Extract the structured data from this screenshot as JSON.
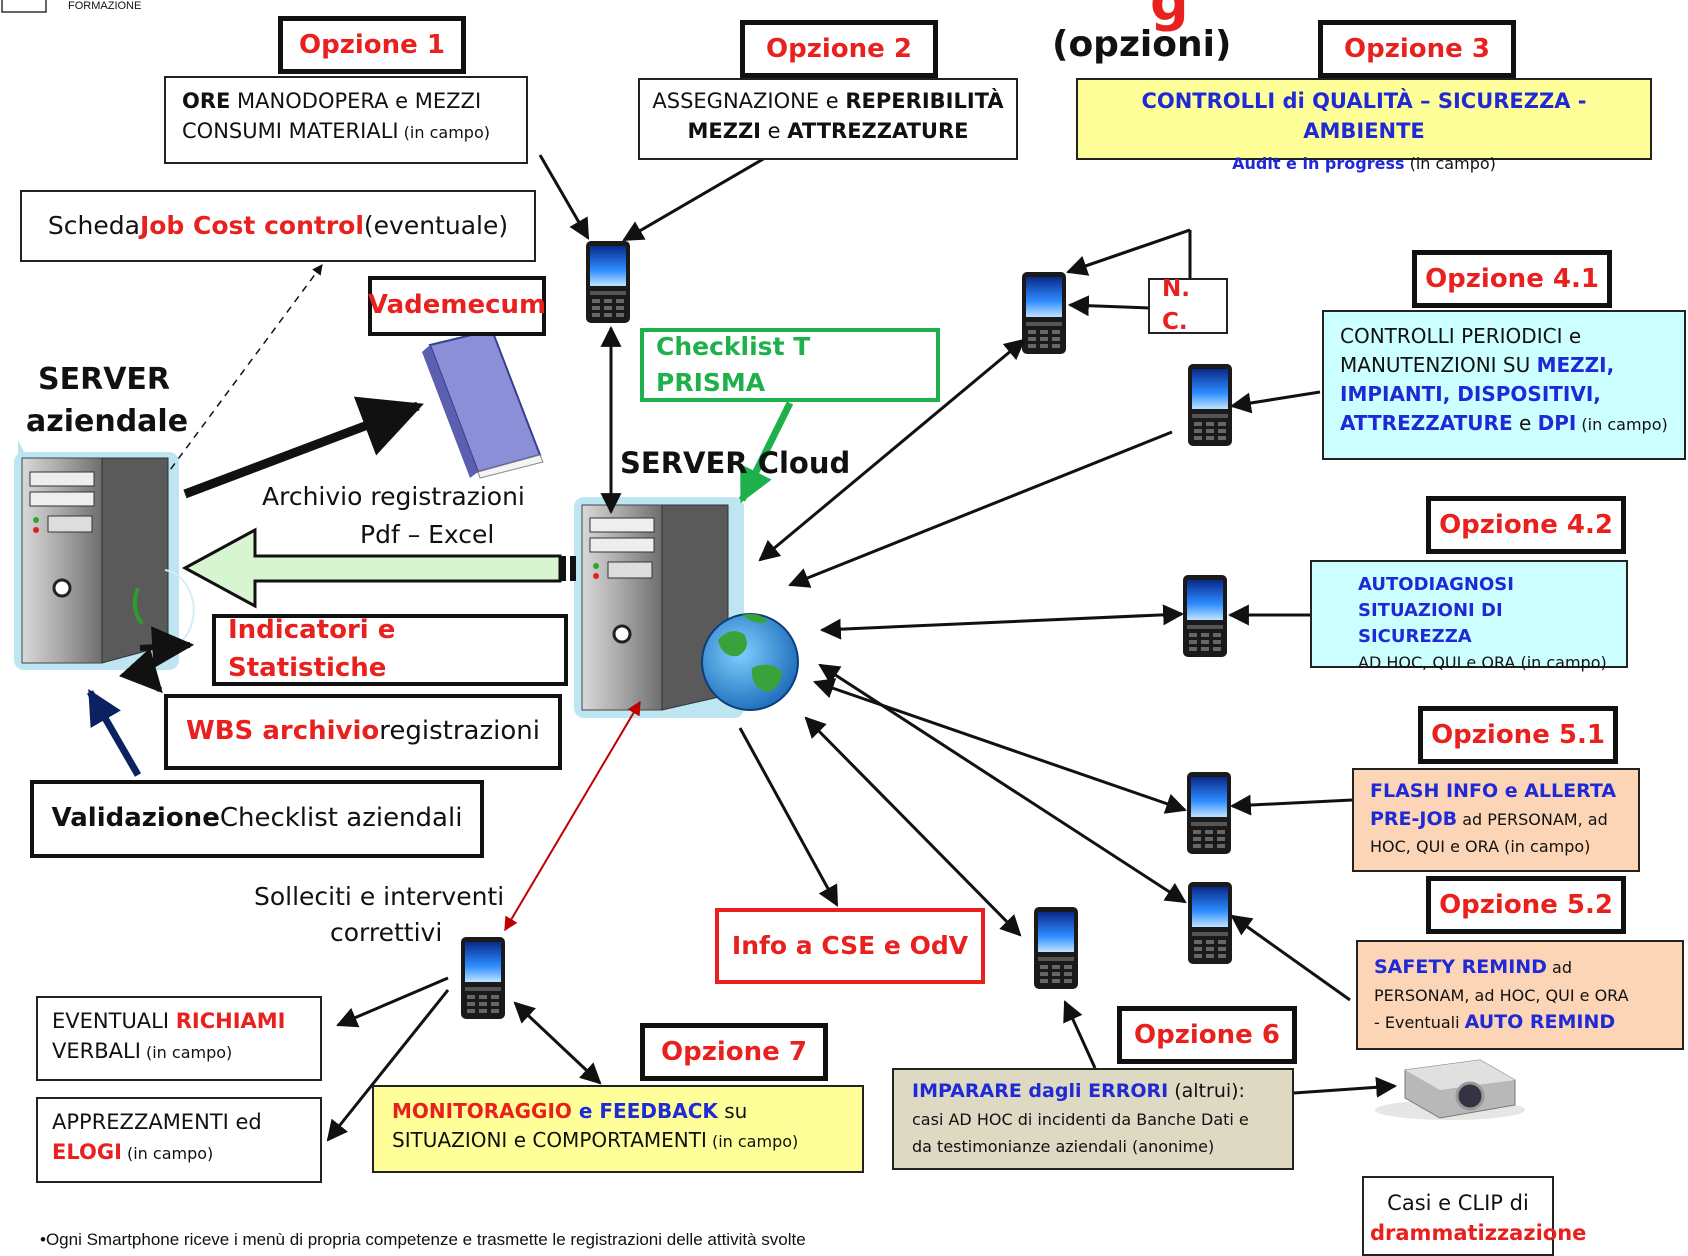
{
  "header": {
    "logo_text": "FORMAZIONE",
    "title_partial": "g",
    "subtitle": "(opzioni)"
  },
  "options": {
    "o1": "Opzione 1",
    "o2": "Opzione 2",
    "o3": "Opzione 3",
    "o41": "Opzione 4.1",
    "o42": "Opzione 4.2",
    "o51": "Opzione 5.1",
    "o52": "Opzione 5.2",
    "o6": "Opzione 6",
    "o7": "Opzione 7"
  },
  "boxes": {
    "b1": {
      "a": "ORE",
      "b": " MANODOPERA e  MEZZI",
      "c": "CONSUMI MATERIALI",
      "d": " (in campo)"
    },
    "b2": {
      "a": "ASSEGNAZIONE e ",
      "b": "REPERIBILITÀ",
      "c": "MEZZI",
      "d": " e ",
      "e": "ATTREZZATURE"
    },
    "b3": {
      "a": "CONTROLLI di QUALITÀ – SICUREZZA - AMBIENTE",
      "b": "Audit e in progress",
      "c": " (in campo)"
    },
    "jobcost": {
      "a": "Scheda  ",
      "b": "Job Cost control",
      "c": " (eventuale)"
    },
    "nc": "N. C.",
    "b41": {
      "a": "CONTROLLI PERIODICI e",
      "b": "MANUTENZIONI SU ",
      "c": "MEZZI,",
      "d": "IMPIANTI, DISPOSITIVI,",
      "e": "ATTREZZATURE",
      "f": " e ",
      "g": "DPI",
      "h": "  (in campo)"
    },
    "b42": {
      "a": "AUTODIAGNOSI",
      "b": "SITUAZIONI DI SICUREZZA",
      "c": "AD HOC, QUI e ORA (in campo)"
    },
    "b51": {
      "a": "FLASH INFO e ALLERTA",
      "b": "PRE-JOB",
      "c": " ad PERSONAM, ad",
      "d": "HOC, QUI e ORA (in campo)"
    },
    "b52": {
      "a": "SAFETY REMIND",
      "b": " ad",
      "c": "PERSONAM, ad HOC, QUI e ORA",
      "d": "-  Eventuali ",
      "e": "AUTO REMIND"
    },
    "b6": {
      "a": "IMPARARE dagli ERRORI",
      "b": " (altrui):",
      "c": "casi AD HOC di incidenti da Banche Dati e",
      "d": "da testimonianze aziendali  (anonime)"
    },
    "b7": {
      "a": "MONITORAGGIO",
      "b": " e ",
      "c": "FEEDBACK",
      "d": " su",
      "e": "SITUAZIONI e COMPORTAMENTI",
      "f": " (in campo)"
    },
    "vademecum": "Vademecum",
    "checklist": "Checklist T PRISMA",
    "indicatori": "Indicatori e Statistiche",
    "wbs": {
      "a": "WBS archivio",
      "b": " registrazioni"
    },
    "validazione": {
      "a": "Validazione",
      "b": " Checklist aziendali"
    },
    "infocse": "Info a CSE e OdV",
    "richiami": {
      "a": "EVENTUALI ",
      "b": "RICHIAMI",
      "c": "VERBALI",
      "d": " (in campo)"
    },
    "apprezzamenti": {
      "a": "APPREZZAMENTI  ed",
      "b": "ELOGI",
      "c": " (in campo)"
    },
    "casi": {
      "a": "Casi e CLIP di",
      "b": "drammatizzazione"
    }
  },
  "labels": {
    "server_az_1": "SERVER",
    "server_az_2": "aziendale",
    "server_cloud": "SERVER Cloud",
    "archivio_1": "Archivio registrazioni",
    "archivio_2": "Pdf – Excel",
    "solleciti_1": "Solleciti e interventi",
    "solleciti_2": "correttivi"
  },
  "footnote": "•Ogni Smartphone riceve i menù di propria competenze e trasmette le registrazioni delle attività svolte",
  "colors": {
    "accent_red": "#e8211f",
    "accent_blue": "#1f29d6",
    "checklist_green": "#1db04b",
    "yellow_box": "#ffff99",
    "cyan_box": "#ccffff",
    "orange_box": "#fbd5b5",
    "tan_box": "#ddd9c3",
    "cloud_arrow_red": "#c00000",
    "validation_arrow": "#0b2160",
    "archive_arrow": "#d7f5d0"
  },
  "icons": [
    "server-icon",
    "smartphone-icon",
    "globe-icon",
    "book-icon",
    "projector-icon"
  ]
}
